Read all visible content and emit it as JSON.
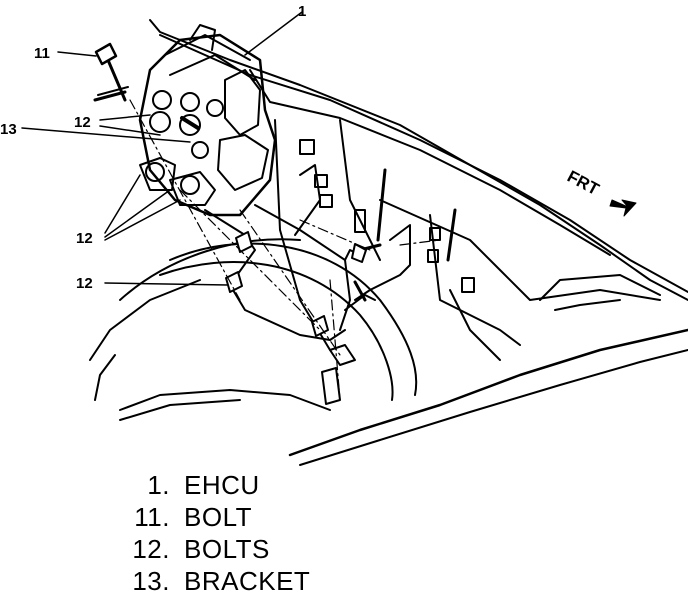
{
  "callouts": {
    "ehcu": "1",
    "bolt": "11",
    "bolts_upper": "12",
    "bracket": "13",
    "bolts_left": "12",
    "bolts_lower": "12"
  },
  "direction_label": "FRT",
  "legend": [
    {
      "number": "1.",
      "label": "EHCU"
    },
    {
      "number": "11.",
      "label": "BOLT"
    },
    {
      "number": "12.",
      "label": "BOLTS"
    },
    {
      "number": "13.",
      "label": "BRACKET"
    }
  ]
}
